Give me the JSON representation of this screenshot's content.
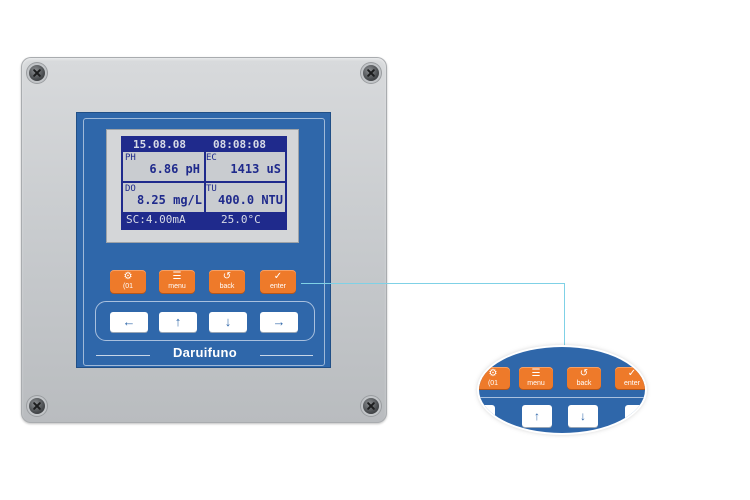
{
  "lcd": {
    "date": "15.08.08",
    "time": "08:08:08",
    "cells": [
      {
        "label": "PH",
        "value": "6.86 pH"
      },
      {
        "label": "EC",
        "value": "1413 uS"
      },
      {
        "label": "DO",
        "value": "8.25 mg/L"
      },
      {
        "label": "TU",
        "value": "400.0 NTU"
      }
    ],
    "output": "SC:4.00mA",
    "temperature": "25.0°C"
  },
  "buttons": [
    {
      "icon": "⚙",
      "label": "(01"
    },
    {
      "icon": "☰",
      "label": "menu"
    },
    {
      "icon": "↺",
      "label": "back"
    },
    {
      "icon": "✓",
      "label": "enter"
    }
  ],
  "arrows": {
    "left": "←",
    "up": "↑",
    "down": "↓",
    "right": "→"
  },
  "brand": "Daruifuno",
  "zoom": {
    "buttons": [
      {
        "icon": "⚙",
        "label": "(01"
      },
      {
        "icon": "☰",
        "label": "menu"
      },
      {
        "icon": "↺",
        "label": "back"
      },
      {
        "icon": "✓",
        "label": "enter"
      }
    ]
  },
  "colors": {
    "faceplate": "#2f67aa",
    "button": "#ee7a2a",
    "lcd_text": "#1f2a8c",
    "callout": "#7fd1e6"
  }
}
